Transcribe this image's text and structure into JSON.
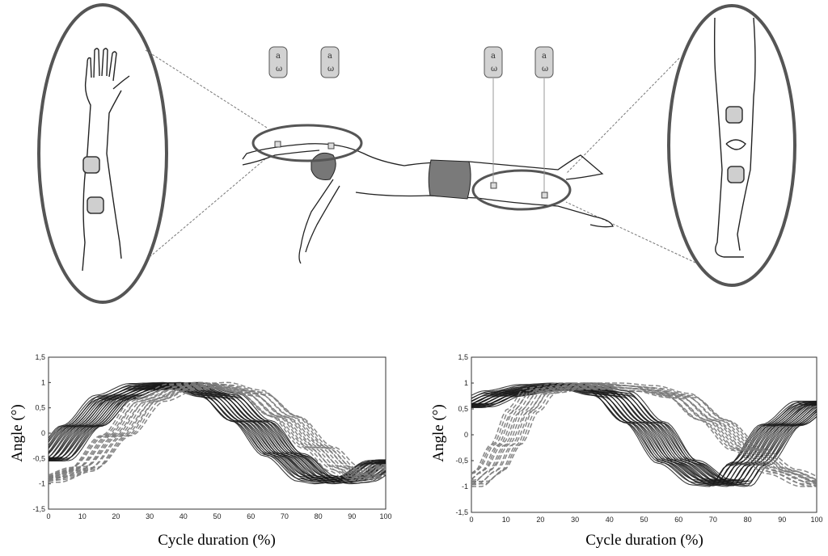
{
  "illustration": {
    "sensors": [
      {
        "top": "a",
        "bottom": "ω"
      },
      {
        "top": "a",
        "bottom": "ω"
      },
      {
        "top": "a",
        "bottom": "ω"
      },
      {
        "top": "a",
        "bottom": "ω"
      }
    ]
  },
  "chart_data": [
    {
      "type": "line",
      "title": "",
      "xlabel": "Cycle duration (%)",
      "ylabel": "Angle (°)",
      "xlim": [
        0,
        100
      ],
      "ylim": [
        -1.5,
        1.5
      ],
      "xticks": [
        "0",
        "10",
        "20",
        "30",
        "40",
        "50",
        "60",
        "70",
        "80",
        "90",
        "100"
      ],
      "yticks": [
        "1,5",
        "1",
        "0,5",
        "0",
        "-0,5",
        "-1",
        "-1,5"
      ],
      "grid": false,
      "series": [
        {
          "style": "solid-black",
          "x": [
            0,
            10,
            20,
            30,
            40,
            50,
            60,
            70,
            80,
            85,
            90,
            100
          ],
          "y": [
            -0.55,
            0.15,
            0.75,
            0.98,
            1.0,
            0.8,
            0.25,
            -0.45,
            -0.95,
            -1.0,
            -0.97,
            -0.6
          ]
        },
        {
          "style": "dashed-grey",
          "x": [
            0,
            10,
            20,
            30,
            40,
            50,
            60,
            70,
            80,
            88,
            93,
            100
          ],
          "y": [
            -0.97,
            -0.75,
            -0.05,
            0.7,
            0.97,
            1.0,
            0.85,
            0.35,
            -0.3,
            -0.75,
            -0.95,
            -0.7
          ]
        }
      ]
    },
    {
      "type": "line",
      "title": "",
      "xlabel": "Cycle duration (%)",
      "ylabel": "Angle (°)",
      "xlim": [
        0,
        100
      ],
      "ylim": [
        -1.5,
        1.5
      ],
      "xticks": [
        "0",
        "10",
        "20",
        "30",
        "40",
        "50",
        "60",
        "70",
        "80",
        "90",
        "100"
      ],
      "yticks": [
        "1,5",
        "1",
        "0,5",
        "0",
        "-0,5",
        "-1",
        "-1,5"
      ],
      "grid": false,
      "series": [
        {
          "style": "solid-black",
          "x": [
            0,
            10,
            20,
            30,
            40,
            50,
            60,
            70,
            75,
            80,
            90,
            100
          ],
          "y": [
            0.6,
            0.85,
            0.97,
            1.0,
            0.85,
            0.25,
            -0.55,
            -0.97,
            -1.0,
            -0.6,
            0.2,
            0.65
          ]
        },
        {
          "style": "dashed-grey",
          "x": [
            0,
            5,
            10,
            15,
            20,
            30,
            40,
            50,
            60,
            70,
            80,
            90,
            100
          ],
          "y": [
            -1.0,
            -0.75,
            -0.2,
            0.5,
            0.9,
            1.0,
            1.0,
            0.95,
            0.8,
            0.3,
            -0.3,
            -0.75,
            -1.0
          ]
        }
      ]
    }
  ]
}
